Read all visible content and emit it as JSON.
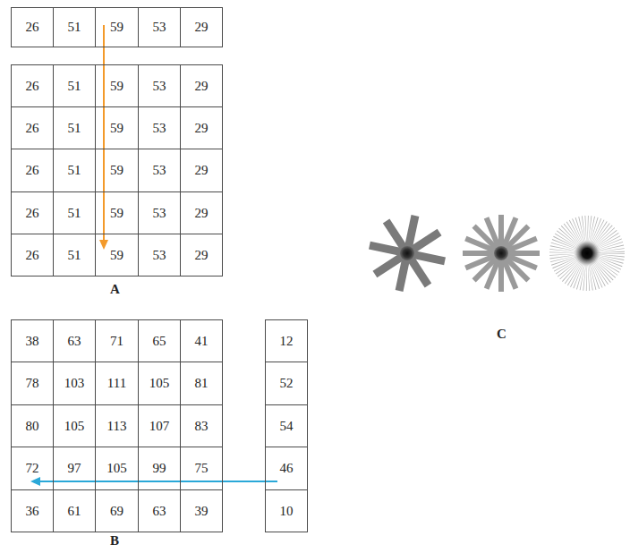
{
  "diagram": {
    "labels": [
      "26",
      "51",
      "59",
      "53",
      "29",
      "26",
      "51",
      "59",
      "53",
      "29",
      "26",
      "51",
      "59",
      "53",
      "29",
      "26",
      "51",
      "59",
      "53",
      "29",
      "26",
      "51",
      "59",
      "53",
      "29",
      "26",
      "51",
      "59",
      "53",
      "29",
      "A",
      "38",
      "63",
      "71",
      "65",
      "41",
      "78",
      "103",
      "111",
      "105",
      "81",
      "80",
      "105",
      "113",
      "107",
      "83",
      "72",
      "97",
      "105",
      "99",
      "75",
      "36",
      "61",
      "69",
      "63",
      "39",
      "12",
      "52",
      "54",
      "46",
      "10",
      "B",
      "C"
    ]
  }
}
